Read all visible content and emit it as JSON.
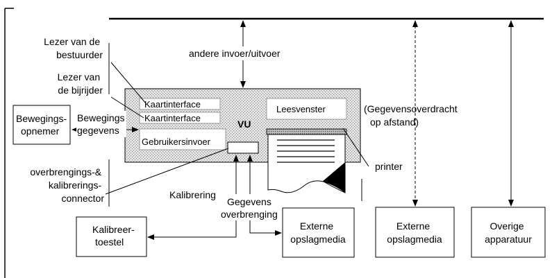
{
  "labels": {
    "lezer_bestuurder": [
      "Lezer van de",
      "bestuurder"
    ],
    "lezer_bijrijder": [
      "Lezer van",
      "de bijrijder"
    ],
    "andere_io": "andere invoer/uitvoer",
    "kaart1": "Kaartinterface",
    "kaart2": "Kaartinterface",
    "gebruikersinvoer": "Gebruikersinvoer",
    "vu": "VU",
    "leesvenster": "Leesvenster",
    "gegevensoverdracht": [
      "(Gegevensoverdracht",
      "op afstand)"
    ],
    "bewegingsopnemer": [
      "Bewegings-",
      "opnemer"
    ],
    "bewegingsgegevens": [
      "Bewegings",
      "gegevens"
    ],
    "printer": "printer",
    "connector": [
      "overbrengings-&",
      "kalibrerings-",
      "connector"
    ],
    "kalibrering": "Kalibrering",
    "gegevensoverbrenging": [
      "Gegevens",
      "overbrenging"
    ],
    "kalibreertoestel": [
      "Kalibreer-",
      "toestel"
    ],
    "externe1": [
      "Externe",
      "opslagmedia"
    ],
    "externe2": [
      "Externe",
      "opslagmedia"
    ],
    "overige": [
      "Overige",
      "apparatuur"
    ]
  },
  "colors": {
    "stroke": "#000000",
    "hatch_light": "#e6e6e6",
    "hatch_dot": "#8a8a8a"
  }
}
